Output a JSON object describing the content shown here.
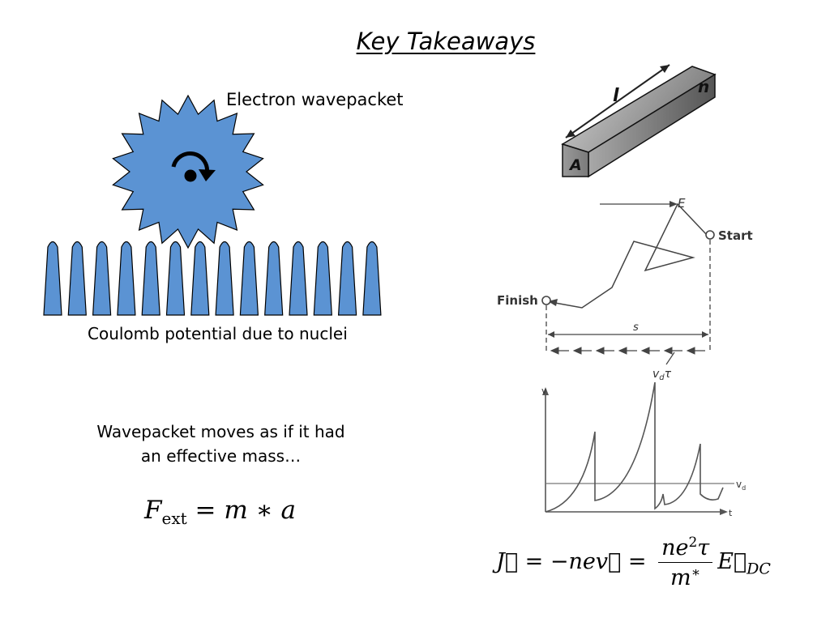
{
  "slide": {
    "title": "Key Takeaways",
    "wavepacket_label": "Electron wavepacket",
    "coulomb_label": "Coulomb potential due to nuclei",
    "moves_text_line1": "Wavepacket moves as if it had",
    "moves_text_line2": "an effective mass…",
    "force_eq": {
      "F": "F",
      "sub": "ext",
      "rest": "= m ∗ a"
    },
    "current_eq": {
      "lhs": "J⃗ = −nev⃗ =",
      "num_a": "ne",
      "num_exp": "2",
      "num_b": "τ",
      "den_a": "m",
      "den_exp": "∗",
      "rhs": "E⃗",
      "rhs_sub": "DC"
    }
  },
  "wire": {
    "length_label": "l",
    "density_label": "n",
    "area_label": "A"
  },
  "walk": {
    "field_label": "E",
    "start_label": "Start",
    "finish_label": "Finish",
    "distance_label": "s",
    "drift_label": "v",
    "drift_sub": "d",
    "drift_tau": "τ"
  },
  "velocity_plot": {
    "y_axis_label": "v",
    "x_axis_label": "t",
    "drift_label": "v",
    "drift_sub": "d"
  },
  "colors": {
    "wavepacket_fill": "#5b93d3",
    "outline": "#000000",
    "plot_gray": "#555555"
  },
  "icons": {
    "rotation": "clockwise-rotation-arrow-icon"
  }
}
